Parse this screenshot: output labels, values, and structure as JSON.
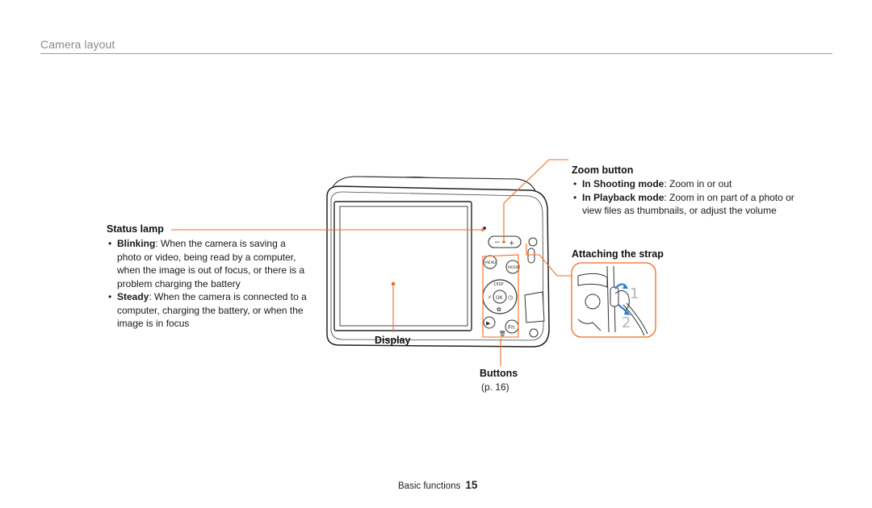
{
  "section_title": "Camera layout",
  "status_lamp": {
    "title": "Status lamp",
    "bullets": [
      {
        "term": "Blinking",
        "text": ": When the camera is saving a photo or video, being read by a computer, when the image is out of focus, or there is a problem charging the battery"
      },
      {
        "term": "Steady",
        "text": ": When the camera is connected to a computer, charging the battery, or when the image is in focus"
      }
    ]
  },
  "zoom_button": {
    "title": "Zoom button",
    "bullets": [
      {
        "term": "In Shooting mode",
        "text": ": Zoom in or out"
      },
      {
        "term": "In Playback mode",
        "text": ": Zoom in on part of a photo or view files as thumbnails, or adjust the volume"
      }
    ]
  },
  "attaching_strap": {
    "title": "Attaching the strap",
    "step_1": "1",
    "step_2": "2"
  },
  "display": {
    "title": "Display"
  },
  "buttons": {
    "title": "Buttons",
    "page_ref": "(p. 16)"
  },
  "camera_labels": {
    "menu": "MENU",
    "mode": "MODE",
    "disp": "DISP",
    "ok": "OK",
    "fn": "Fn"
  },
  "footer": {
    "label": "Basic functions",
    "page_number": "15"
  },
  "colors": {
    "callout": "#f26b21",
    "strap_arrow": "#2b7fd0",
    "rule": "#9a9a9a"
  }
}
